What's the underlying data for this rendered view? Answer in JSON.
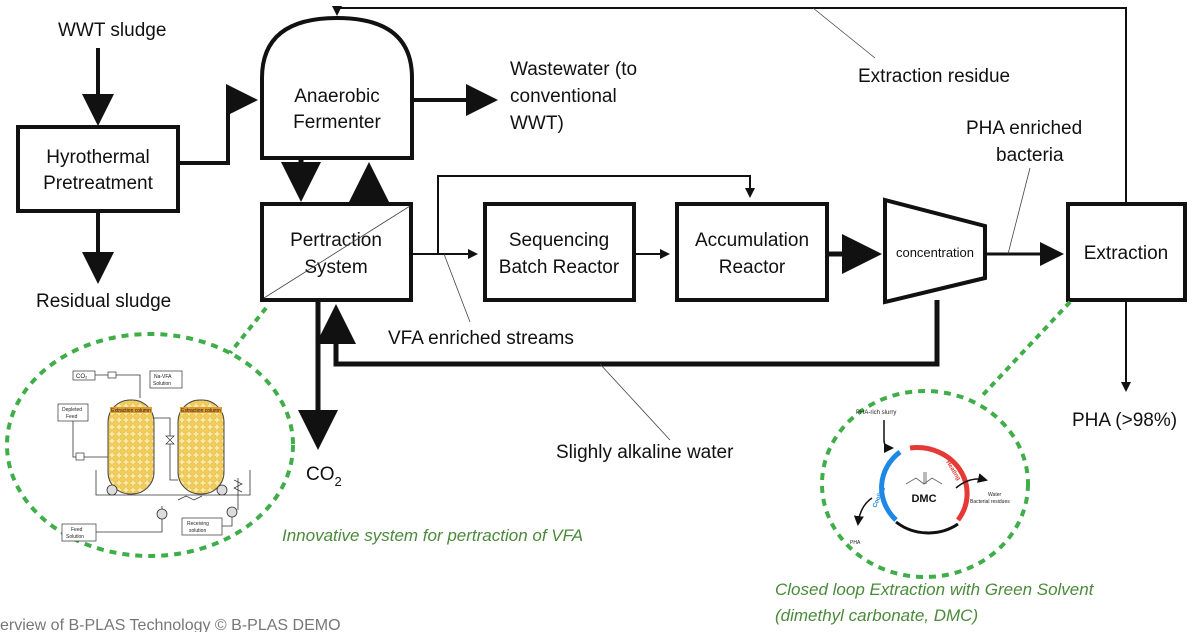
{
  "labels": {
    "wwt_sludge": "WWT sludge",
    "residual_sludge": "Residual sludge",
    "wastewater_line1": "Wastewater (to",
    "wastewater_line2": "conventional",
    "wastewater_line3": "WWT)",
    "extraction_residue": "Extraction residue",
    "pha_enriched_line1": "PHA enriched",
    "pha_enriched_line2": "bacteria",
    "vfa_streams": "VFA enriched streams",
    "alkaline_water": "Slighly alkaline water",
    "co2_main": "CO",
    "co2_sub": "2",
    "pha_out": "PHA (>98%)"
  },
  "blocks": {
    "pretreatment_line1": "Hyrothermal",
    "pretreatment_line2": "Pretreatment",
    "fermenter_line1": "Anaerobic",
    "fermenter_line2": "Fermenter",
    "pertraction_line1": "Pertraction",
    "pertraction_line2": "System",
    "sbr_line1": "Sequencing",
    "sbr_line2": "Batch Reactor",
    "accum_line1": "Accumulation",
    "accum_line2": "Reactor",
    "concentration": "concentration",
    "extraction": "Extraction"
  },
  "pertraction_inset": {
    "co2": "CO₂",
    "na_vfa": "Na-VFA",
    "solution": "Solution",
    "depleted_line1": "Depleted",
    "depleted_line2": "Feed",
    "feed_line1": "Feed",
    "feed_line2": "Solution",
    "receiving_line1": "Receiving",
    "receiving_line2": "solution",
    "column_label": "Extraction column"
  },
  "dmc_inset": {
    "slurry": "PHA-rich slurry",
    "heating": "Heating",
    "cooling": "Cooling",
    "dmc": "DMC",
    "water": "Water",
    "residues": "Bacterial residues",
    "pha": "PHA"
  },
  "captions": {
    "pertraction": "Innovative system for pertraction of VFA",
    "extraction_line1": "Closed loop Extraction with Green Solvent",
    "extraction_line2": "(dimethyl carbonate, DMC)",
    "footer": "erview of B-PLAS Technology © B-PLAS DEMO"
  },
  "colors": {
    "line": "#111111",
    "caption_green": "#4a8a3a",
    "dashed_green": "#3fae49",
    "beads": "#f3cd55",
    "column_band": "#e39a2e",
    "heating": "#e53935",
    "cooling": "#1e88e5"
  }
}
